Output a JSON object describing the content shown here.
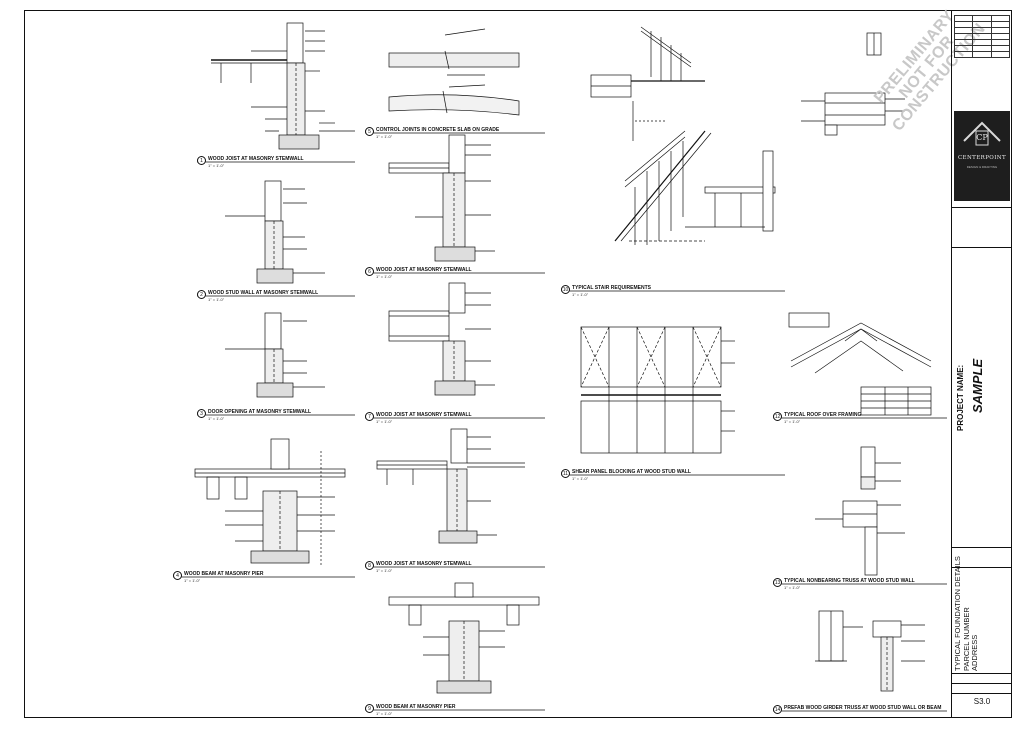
{
  "details": [
    {
      "id": "d1",
      "no": "1",
      "title": "WOOD JOIST AT MASONRY STEMWALL",
      "scale": "1\" = 1'-0\""
    },
    {
      "id": "d2",
      "no": "2",
      "title": "WOOD STUD WALL AT MASONRY STEMWALL",
      "scale": "1\" = 1'-0\""
    },
    {
      "id": "d3",
      "no": "3",
      "title": "DOOR OPENING AT MASONRY STEMWALL",
      "scale": "1\" = 1'-0\""
    },
    {
      "id": "d4",
      "no": "4",
      "title": "WOOD BEAM AT MASONRY PIER",
      "scale": "1\" = 1'-0\""
    },
    {
      "id": "d5",
      "no": "5",
      "title": "CONTROL JOINTS IN CONCRETE SLAB ON GRADE",
      "scale": "1\" = 1'-0\""
    },
    {
      "id": "d6",
      "no": "6",
      "title": "WOOD JOIST AT MASONRY STEMWALL",
      "scale": "1\" = 1'-0\""
    },
    {
      "id": "d7",
      "no": "7",
      "title": "WOOD JOIST AT MASONRY STEMWALL",
      "scale": "1\" = 1'-0\""
    },
    {
      "id": "d8",
      "no": "8",
      "title": "WOOD JOIST AT MASONRY STEMWALL",
      "scale": "1\" = 1'-0\""
    },
    {
      "id": "d9",
      "no": "9",
      "title": "WOOD BEAM AT MASONRY PIER",
      "scale": "1\" = 1'-0\""
    },
    {
      "id": "d10",
      "no": "10",
      "title": "TYPICAL STAIR REQUIREMENTS",
      "scale": "1\" = 1'-0\""
    },
    {
      "id": "d11",
      "no": "11",
      "title": "SHEAR PANEL BLOCKING AT WOOD STUD WALL",
      "scale": "1\" = 1'-0\""
    },
    {
      "id": "d12",
      "no": "12",
      "title": "TYPICAL ROOF OVER FRAMING",
      "scale": "1\" = 1'-0\""
    },
    {
      "id": "d13",
      "no": "13",
      "title": "TYPICAL NONBEARING TRUSS AT WOOD STUD WALL",
      "scale": "1\" = 1'-0\""
    },
    {
      "id": "d14",
      "no": "14",
      "title": "PREFAB WOOD GIRDER TRUSS AT WOOD STUD WALL OR BEAM",
      "scale": "1\" = 1'-0\""
    }
  ],
  "watermark": {
    "line1": "PRELIMINARY",
    "line2": "NOT FOR",
    "line3": "CONSTRUCTION"
  },
  "title_block": {
    "logo_letters": "CP",
    "company": "CENTERPOINT",
    "company_sub": "DESIGN & DRAFTING",
    "project_label": "PROJECT NAME:",
    "project_name": "SAMPLE",
    "sheet_title": "TYPICAL FOUNDATION DETAILS",
    "parcel": "PARCEL NUMBER",
    "address": "ADDRESS",
    "sheet_number": "S3.0"
  }
}
